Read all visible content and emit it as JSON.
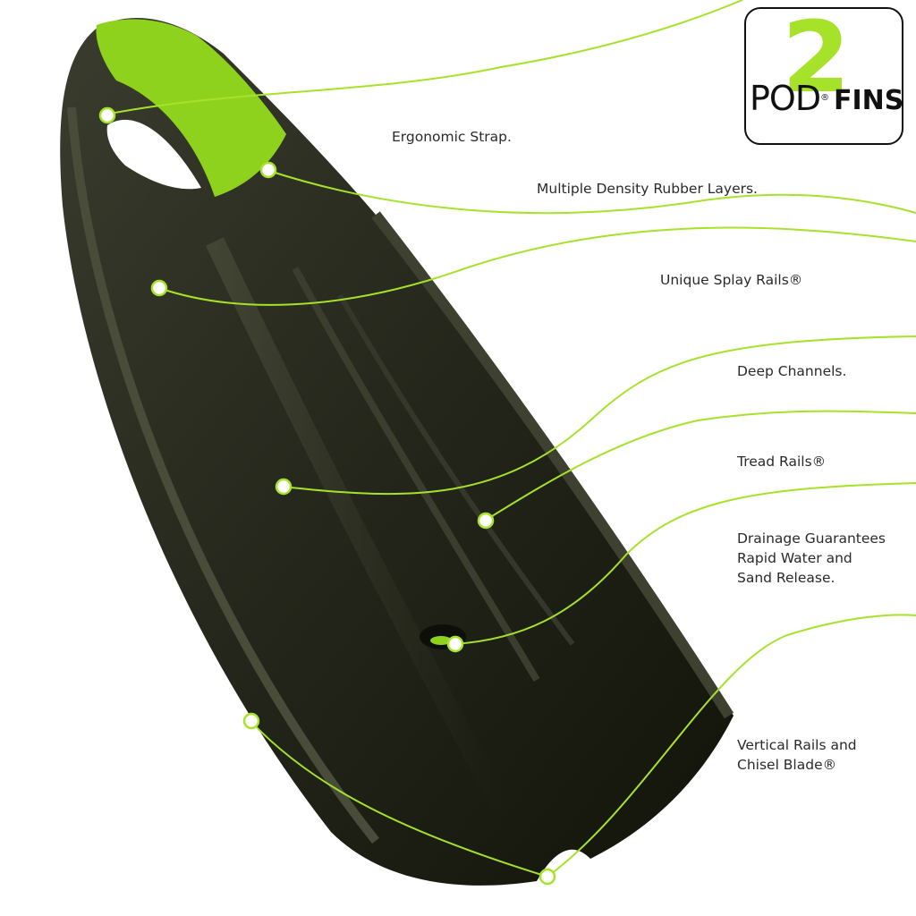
{
  "logo": {
    "number": "2",
    "brand": "POD",
    "brand_mark": "®",
    "product": "FINS"
  },
  "callouts": [
    {
      "id": "ergonomic-strap",
      "lines": [
        "Ergonomic Strap."
      ]
    },
    {
      "id": "multiple-density",
      "lines": [
        "Multiple Density Rubber Layers."
      ]
    },
    {
      "id": "splay-rails",
      "lines": [
        "Unique Splay Rails®"
      ]
    },
    {
      "id": "deep-channels",
      "lines": [
        "Deep Channels."
      ]
    },
    {
      "id": "tread-rails",
      "lines": [
        "Tread Rails®"
      ]
    },
    {
      "id": "drainage",
      "lines": [
        "Drainage Guarantees",
        "Rapid Water and",
        "Sand Release."
      ]
    },
    {
      "id": "vertical-rails",
      "lines": [
        "Vertical Rails and",
        "Chisel Blade®"
      ]
    }
  ],
  "colors": {
    "accent": "#a6e22a",
    "fin_body": "#2b2d22",
    "fin_dark": "#16170f",
    "text": "#2a2a2a"
  }
}
